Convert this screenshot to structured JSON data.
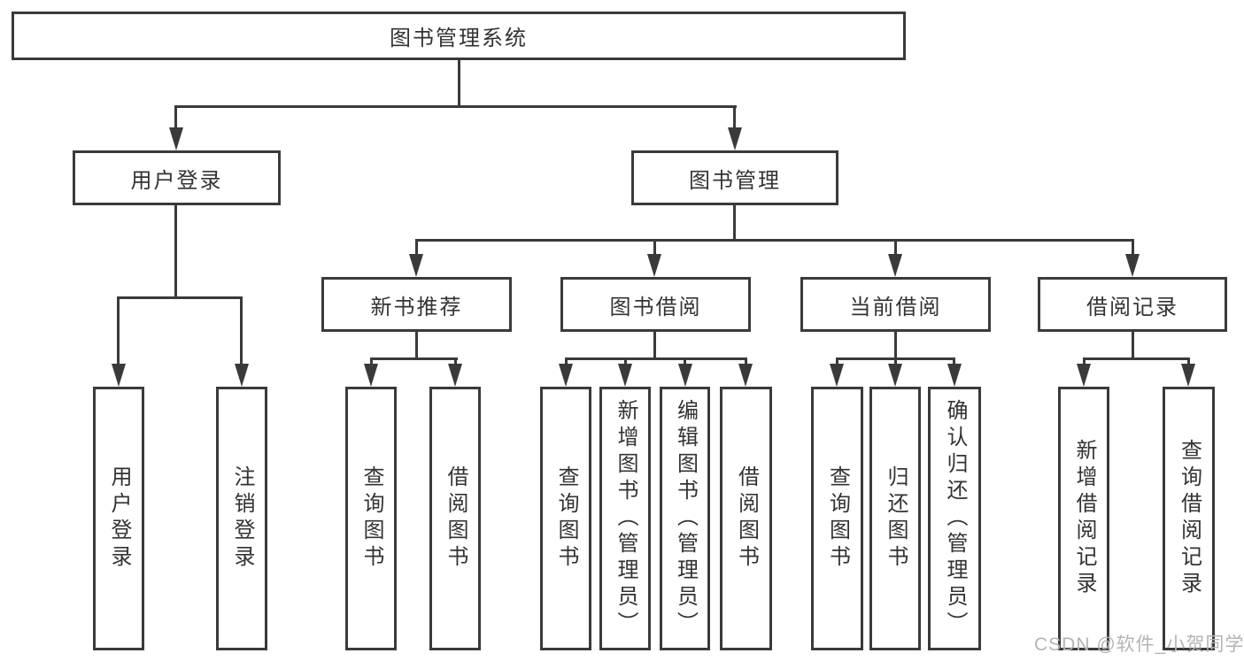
{
  "diagram": {
    "title_node": "root",
    "root": {
      "label": "图书管理系统"
    },
    "branches": [
      {
        "label": "用户登录",
        "children": [
          {
            "label": "用户登录"
          },
          {
            "label": "注销登录"
          }
        ]
      },
      {
        "label": "图书管理",
        "children": [
          {
            "label": "新书推荐",
            "children": [
              {
                "label": "查询图书"
              },
              {
                "label": "借阅图书"
              }
            ]
          },
          {
            "label": "图书借阅",
            "children": [
              {
                "label": "查询图书"
              },
              {
                "label": "新增图书（管理员）"
              },
              {
                "label": "编辑图书（管理员）"
              },
              {
                "label": "借阅图书"
              }
            ]
          },
          {
            "label": "当前借阅",
            "children": [
              {
                "label": "查询图书"
              },
              {
                "label": "归还图书"
              },
              {
                "label": "确认归还（管理员）"
              }
            ]
          },
          {
            "label": "借阅记录",
            "children": [
              {
                "label": "新增借阅记录"
              },
              {
                "label": "查询借阅记录"
              }
            ]
          }
        ]
      }
    ]
  },
  "watermark": {
    "text": "CSDN @软件_小贺同学"
  },
  "colors": {
    "line": "#3a3a3a",
    "text": "#333333",
    "background": "#ffffff",
    "watermark": "#b4b4b4"
  }
}
